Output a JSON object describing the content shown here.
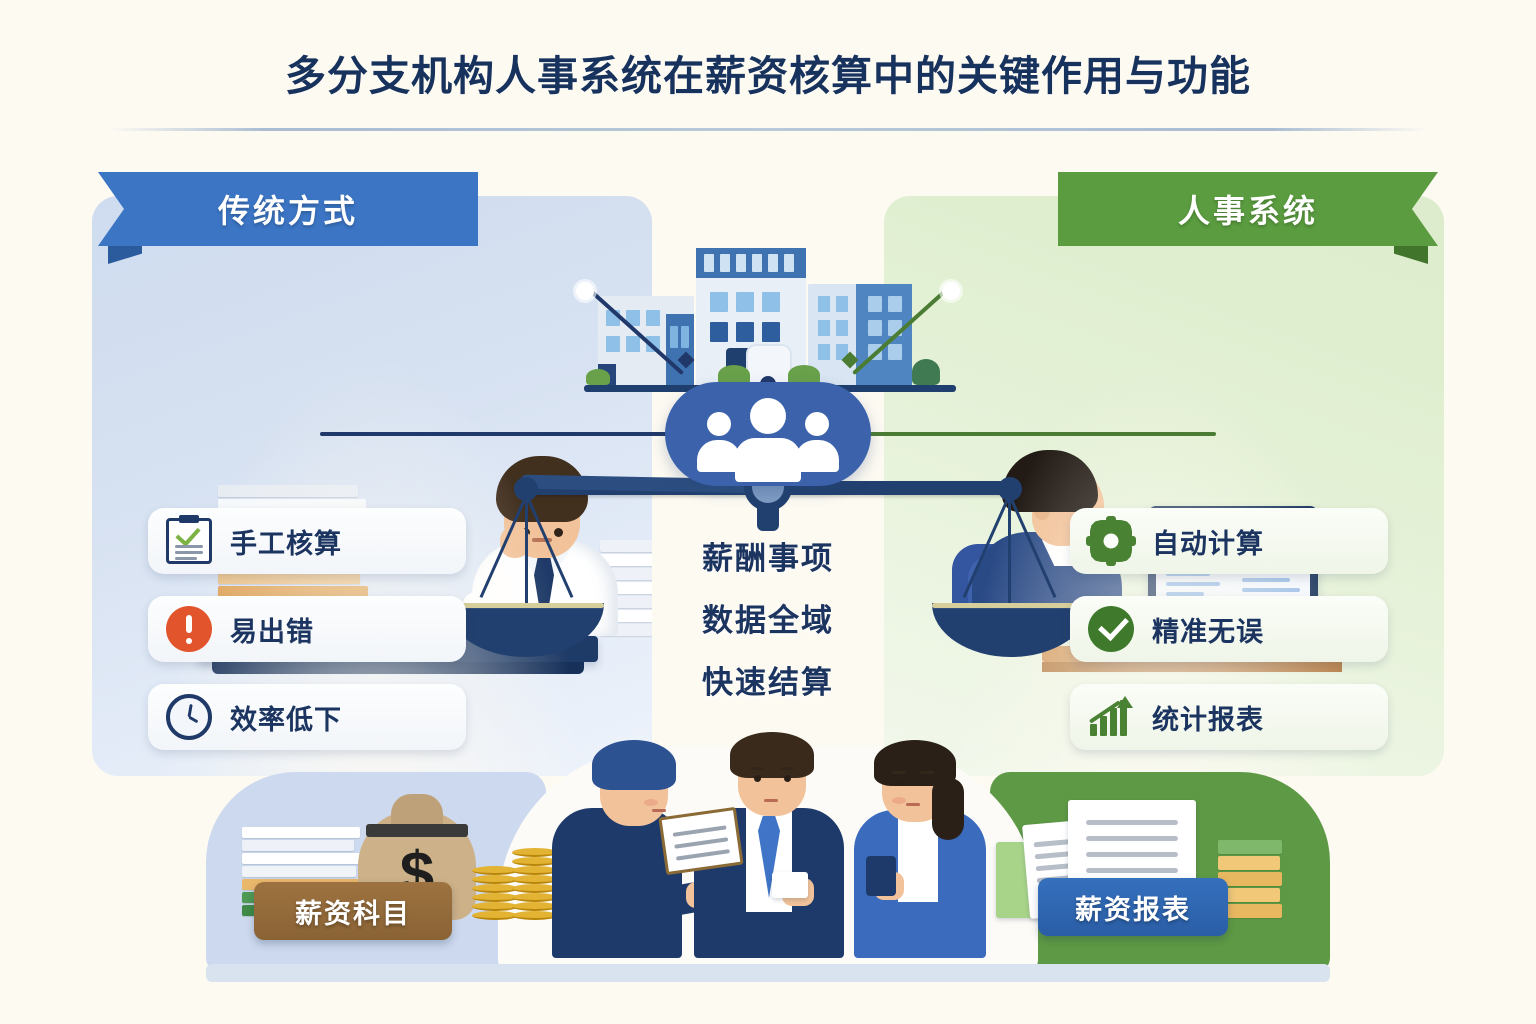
{
  "page": {
    "title": "多分支机构人事系统在薪资核算中的关键作用与功能",
    "background_color": "#fdfaf2"
  },
  "banners": {
    "left": {
      "label": "传统方式",
      "color": "#3b75c4",
      "icon": "ribbon-banner-left"
    },
    "right": {
      "label": "人事系统",
      "color": "#5a9c3f",
      "icon": "ribbon-banner-right"
    }
  },
  "panels": {
    "left": {
      "name": "traditional-method-panel",
      "background_color": "#d6e1f1",
      "scene": "tired-clerk-with-paper-stacks"
    },
    "right": {
      "name": "hr-system-panel",
      "background_color": "#e3f0d4",
      "scene": "worker-at-computer-dashboard"
    }
  },
  "cards_left": [
    {
      "label": "手工核算",
      "icon": "clipboard-check-icon",
      "accent": "#7cb342"
    },
    {
      "label": "易出错",
      "icon": "warning-exclamation-icon",
      "accent": "#e2542c"
    },
    {
      "label": "效率低下",
      "icon": "clock-icon",
      "accent": "#1f3a68"
    }
  ],
  "cards_right": [
    {
      "label": "自动计算",
      "icon": "gear-icon",
      "accent": "#4a8233"
    },
    {
      "label": "精准无误",
      "icon": "check-circle-icon",
      "accent": "#3f7a2c"
    },
    {
      "label": "统计报表",
      "icon": "growth-chart-icon",
      "accent": "#4a8233"
    }
  ],
  "center": {
    "hub_icon": "people-group-hub-icon",
    "buildings_icon": "office-buildings-icon",
    "scale_icon": "balance-scale-icon",
    "lines": [
      "薪酬事项",
      "数据全域",
      "快速结算"
    ]
  },
  "bottom": {
    "left_tag": {
      "label": "薪资科目",
      "color": "#8a6335",
      "icon": "money-bag-icon"
    },
    "right_tag": {
      "label": "薪资报表",
      "color": "#2a5ea6",
      "icon": "documents-icon"
    },
    "center_scene": "business-people-discussion",
    "dollar_symbol": "$"
  }
}
